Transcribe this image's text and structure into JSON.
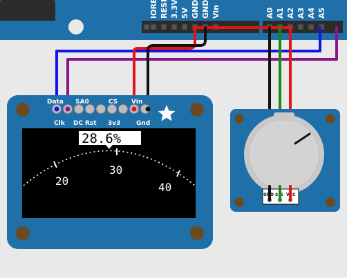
{
  "colors": {
    "background": "#e9e9e9",
    "arduino_board": "#1f6fa8",
    "display_board": "#1f6fa8",
    "pot_board": "#1f6fa8",
    "wire_blue": "#1414e6",
    "wire_purple": "#8a168a",
    "wire_red": "#e61414",
    "wire_black": "#111111",
    "wire_green": "#148c14"
  },
  "arduino": {
    "power_header_labels": [
      "IOREF",
      "RESET",
      "3.3V",
      "5V",
      "GND",
      "GND",
      "Vin"
    ],
    "analog_header_labels": [
      "A0",
      "A1",
      "A2",
      "A3",
      "A4",
      "A5"
    ]
  },
  "oled": {
    "pin_labels_top": [
      "Data",
      "SA0",
      "CS",
      "Vin"
    ],
    "pin_labels_bottom": [
      "Clk",
      "DC",
      "Rst",
      "3v3",
      "Gnd"
    ],
    "readout": "28.6%",
    "gauge_ticks": [
      "20",
      "30",
      "40"
    ],
    "gauge_value": 28.6
  },
  "potentiometer": {
    "pin_labels": [
      "GND",
      "SIG",
      "VCC"
    ],
    "knob_icon": "rotary-knob-icon"
  }
}
